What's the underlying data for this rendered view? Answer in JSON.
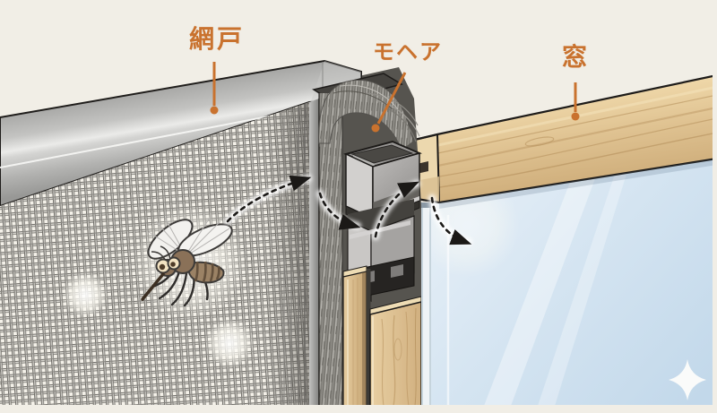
{
  "labels": {
    "screen": "網戸",
    "mohair": "モヘア",
    "window": "窓"
  },
  "colors": {
    "accent": "#c9722e",
    "background": "#f1eee6",
    "glass_blue": "#cde0f0",
    "wood_tan": "#ddc093",
    "aluminum_gray": "#b9b9b7",
    "mohair_gray": "#95938e",
    "mesh_wire_gray": "#7f7d78",
    "outline_black": "#1f1d1b"
  },
  "icons": {
    "mosquito": "mosquito-icon",
    "sparkle": "sparkle-icon",
    "entry_path": "dotted-arrow-path",
    "pointer": "label-pointer"
  }
}
